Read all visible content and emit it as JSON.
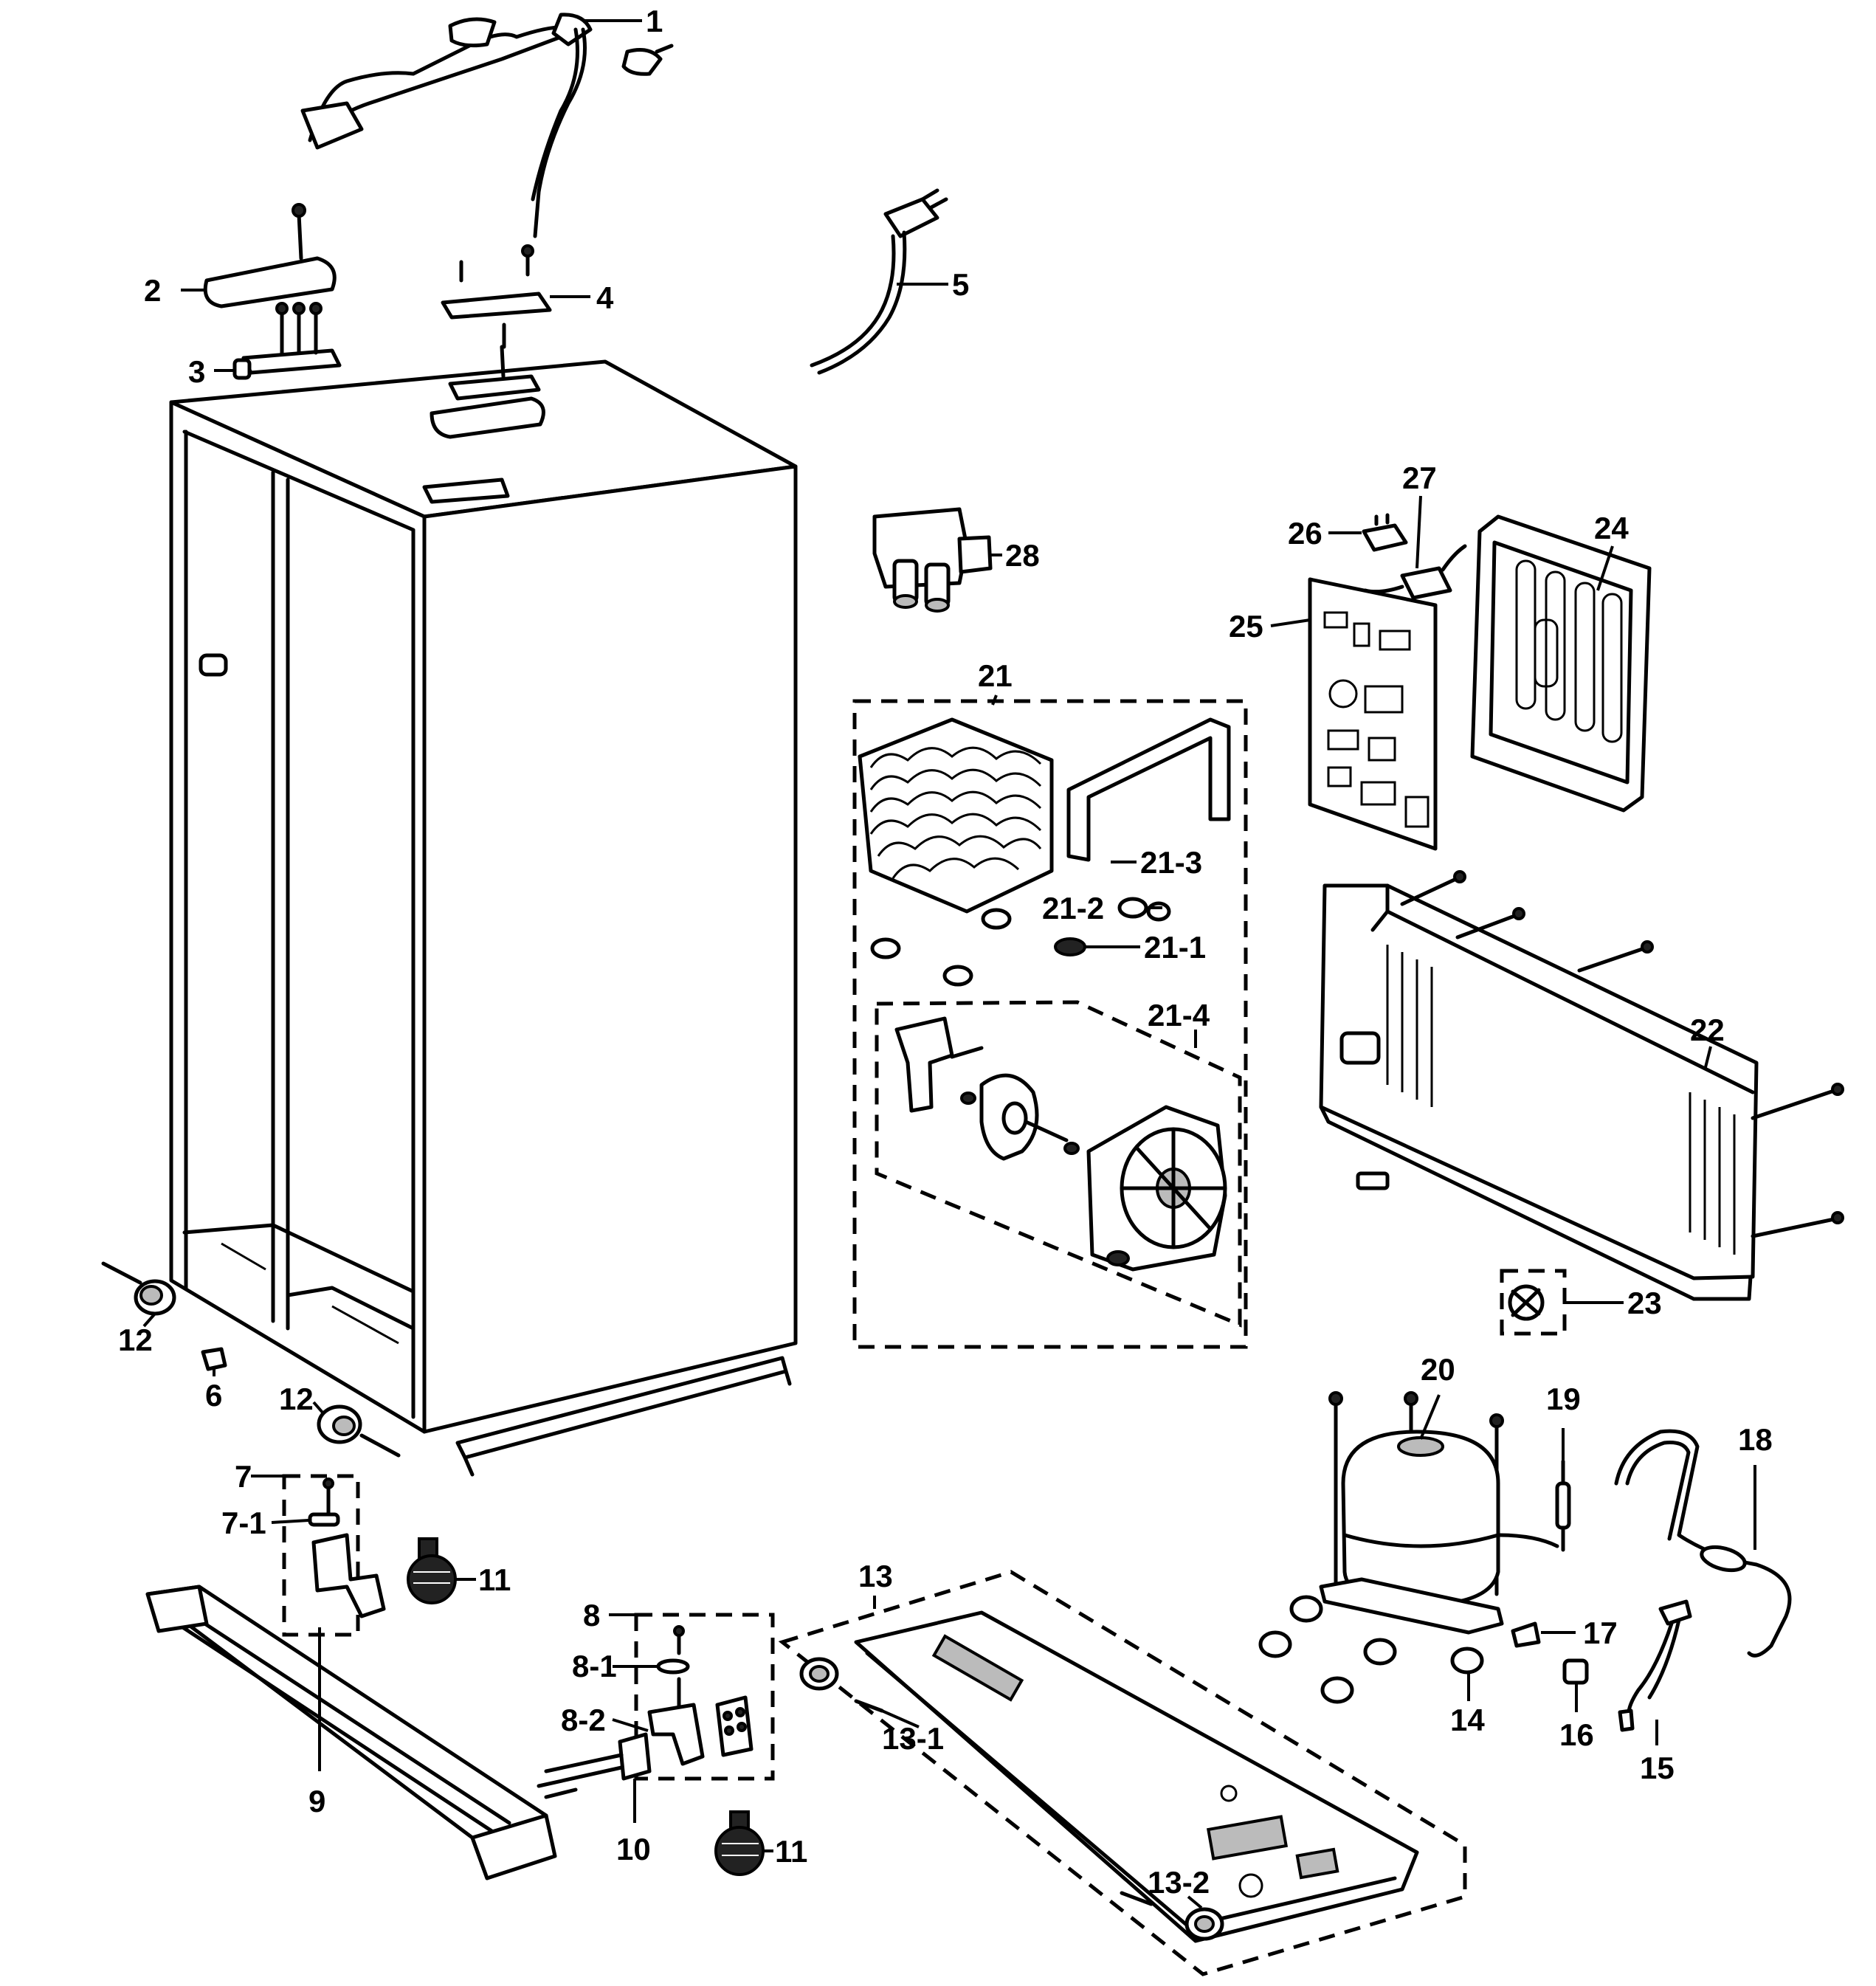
{
  "labels": {
    "l1": "1",
    "l2": "2",
    "l3": "3",
    "l4": "4",
    "l5": "5",
    "l6": "6",
    "l7": "7",
    "l7_1": "7-1",
    "l8": "8",
    "l8_1": "8-1",
    "l8_2": "8-2",
    "l9": "9",
    "l10": "10",
    "l11a": "11",
    "l11b": "11",
    "l12a": "12",
    "l12b": "12",
    "l13": "13",
    "l13_1": "13-1",
    "l13_2": "13-2",
    "l14": "14",
    "l15": "15",
    "l16": "16",
    "l17": "17",
    "l18": "18",
    "l19": "19",
    "l20": "20",
    "l21": "21",
    "l21_1": "21-1",
    "l21_2": "21-2",
    "l21_3": "21-3",
    "l21_4": "21-4",
    "l22": "22",
    "l23": "23",
    "l24": "24",
    "l25": "25",
    "l26": "26",
    "l27": "27",
    "l28": "28"
  },
  "icons": {
    "line_color": "#000000",
    "background": "#ffffff"
  }
}
